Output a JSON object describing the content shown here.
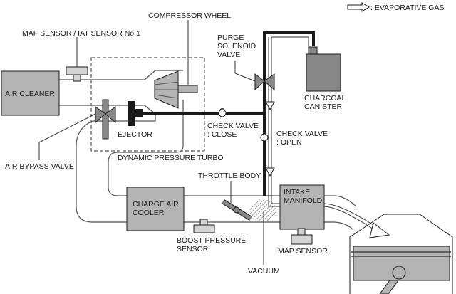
{
  "legend": {
    "icon": "hollow-arrow-icon",
    "label": ": EVAPORATIVE GAS"
  },
  "labels": {
    "compressor_wheel": "COMPRESSOR WHEEL",
    "maf_sensor": "MAF SENSOR / IAT SENSOR No.1",
    "air_cleaner": "AIR CLEANER",
    "purge_valve": [
      "PURGE",
      "SOLENOID",
      "VALVE"
    ],
    "charcoal_canister": [
      "CHARCOAL",
      "CANISTER"
    ],
    "check_valve_close": [
      "CHECK VALVE",
      ": CLOSE"
    ],
    "check_valve_open": [
      "CHECK VALVE",
      ": OPEN"
    ],
    "ejector": "EJECTOR",
    "air_bypass_valve": "AIR BYPASS VALVE",
    "dynamic_pressure_turbo": "DYNAMIC PRESSURE TURBO",
    "throttle_body": "THROTTLE BODY",
    "charge_air_cooler": [
      "CHARGE AIR",
      "COOLER"
    ],
    "intake_manifold": [
      "INTAKE",
      "MANIFOLD"
    ],
    "boost_pressure_sensor": [
      "BOOST PRESSURE",
      "SENSOR"
    ],
    "map_sensor": "MAP SENSOR",
    "vacuum": "VACUUM"
  },
  "colors": {
    "component_fill": "#b4b4b4",
    "dark_fill": "#888888",
    "sensor_fill": "#d4d4d4",
    "line": "#1a1a1a",
    "pipe": "#555555"
  }
}
